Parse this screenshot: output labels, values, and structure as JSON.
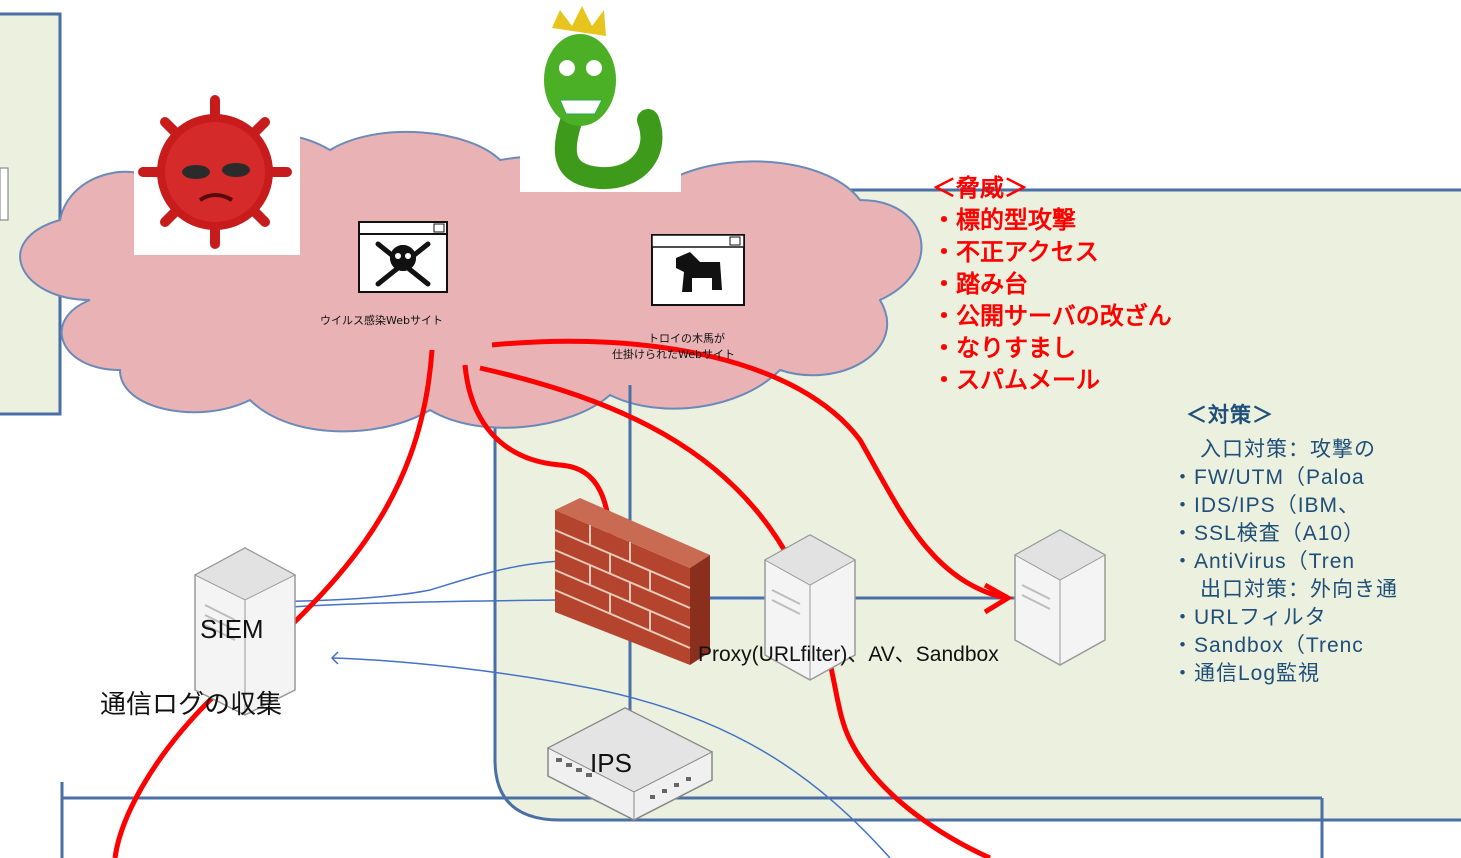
{
  "cloud": {
    "virus_site_label": "ウイルス感染Webサイト",
    "trojan_site_label_line1": "トロイの木馬が",
    "trojan_site_label_line2": "仕掛けられたWebサイト"
  },
  "threats": {
    "title": "＜脅威＞",
    "items": [
      "・標的型攻撃",
      "・不正アクセス",
      "・踏み台",
      "・公開サーバの改ざん",
      "・なりすまし",
      "・スパムメール"
    ]
  },
  "measures": {
    "title": "＜対策＞",
    "entrance_heading": "入口対策：攻撃の",
    "entrance_items": [
      "・FW/UTM（Paloa",
      "・IDS/IPS（IBM、",
      "・SSL検査（A10）",
      "・AntiVirus（Tren"
    ],
    "exit_heading": "出口対策：外向き通",
    "exit_items": [
      "・URLフィルタ",
      "・Sandbox（Trenc",
      "・通信Log監視"
    ]
  },
  "devices": {
    "siem_label": "SIEM",
    "siem_caption": "通信ログの収集",
    "proxy_label": "Proxy(URLfilter)、AV、Sandbox",
    "ips_label": "IPS"
  },
  "colors": {
    "cloud_fill": "#e9b3b6",
    "zone_fill": "#ebf1de",
    "border_blue": "#4a6fa5",
    "threat_red": "#ff0000",
    "measure_blue": "#1f4e79"
  }
}
